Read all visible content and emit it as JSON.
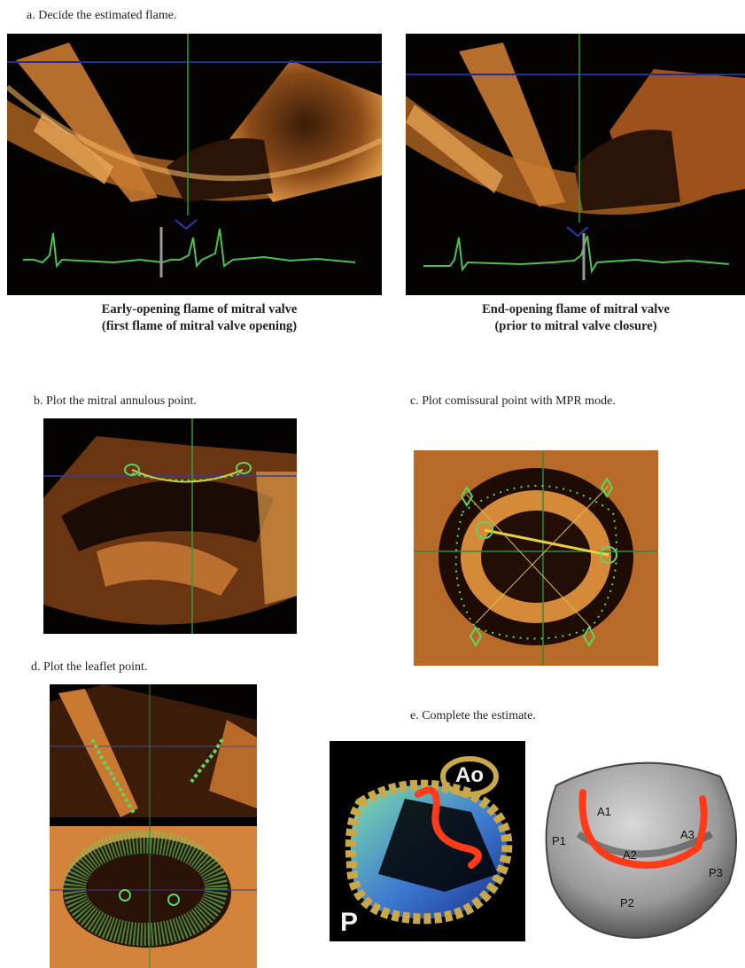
{
  "captions": {
    "a": "a. Decide the estimated  flame.",
    "b": "b.  Plot the mitral annulous point.",
    "c": "c.  Plot comissural point with MPR mode.",
    "d": "d.   Plot the leaflet point.",
    "e": "e.   Complete the estimate."
  },
  "panel_a": {
    "left_subtitle_line1": "Early-opening flame of mitral valve",
    "left_subtitle_line2": "(first flame of mitral valve opening)",
    "right_subtitle_line1": "End-opening flame of mitral valve",
    "right_subtitle_line2": "(prior to mitral valve closure)"
  },
  "panel_e": {
    "aortic_label": "Ao",
    "posterior_label": "P",
    "segments": [
      "A1",
      "A2",
      "A3",
      "P1",
      "P2",
      "P3"
    ]
  },
  "colors": {
    "tissue": "#d9893a",
    "ecg_trace": "#4fc04f",
    "plane_line": "#1c2ea0",
    "annulus_points": "#5fd45f",
    "leaflet_line": "#ff3b1a"
  }
}
